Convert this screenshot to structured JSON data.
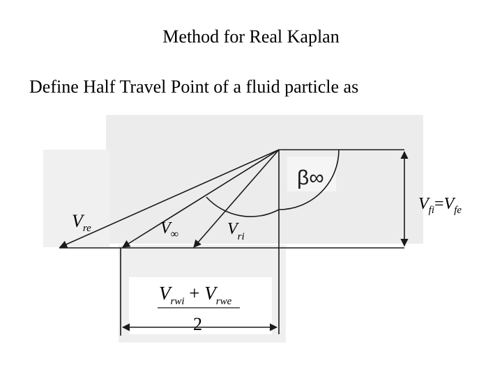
{
  "slide": {
    "title": "Method for Real Kaplan",
    "subtitle": "Define  Half  Travel Point of a fluid particle as"
  },
  "diagram": {
    "angle_label": "β∞",
    "v_re": {
      "main": "V",
      "sub": "re"
    },
    "v_inf": {
      "main": "V",
      "sub": "∞"
    },
    "v_ri": {
      "main": "V",
      "sub": "ri"
    },
    "v_f": {
      "v1": "V",
      "s1": "fi",
      "eq": "=",
      "v2": "V",
      "s2": "fe"
    },
    "fraction": {
      "a": "V",
      "a_sub": "rwi",
      "plus": " + ",
      "b": "V",
      "b_sub": "rwe",
      "denominator": "2"
    },
    "colors": {
      "line": "#1a1a1a",
      "panel": "#ececec",
      "arrow_accent": "#3a66c8"
    }
  }
}
